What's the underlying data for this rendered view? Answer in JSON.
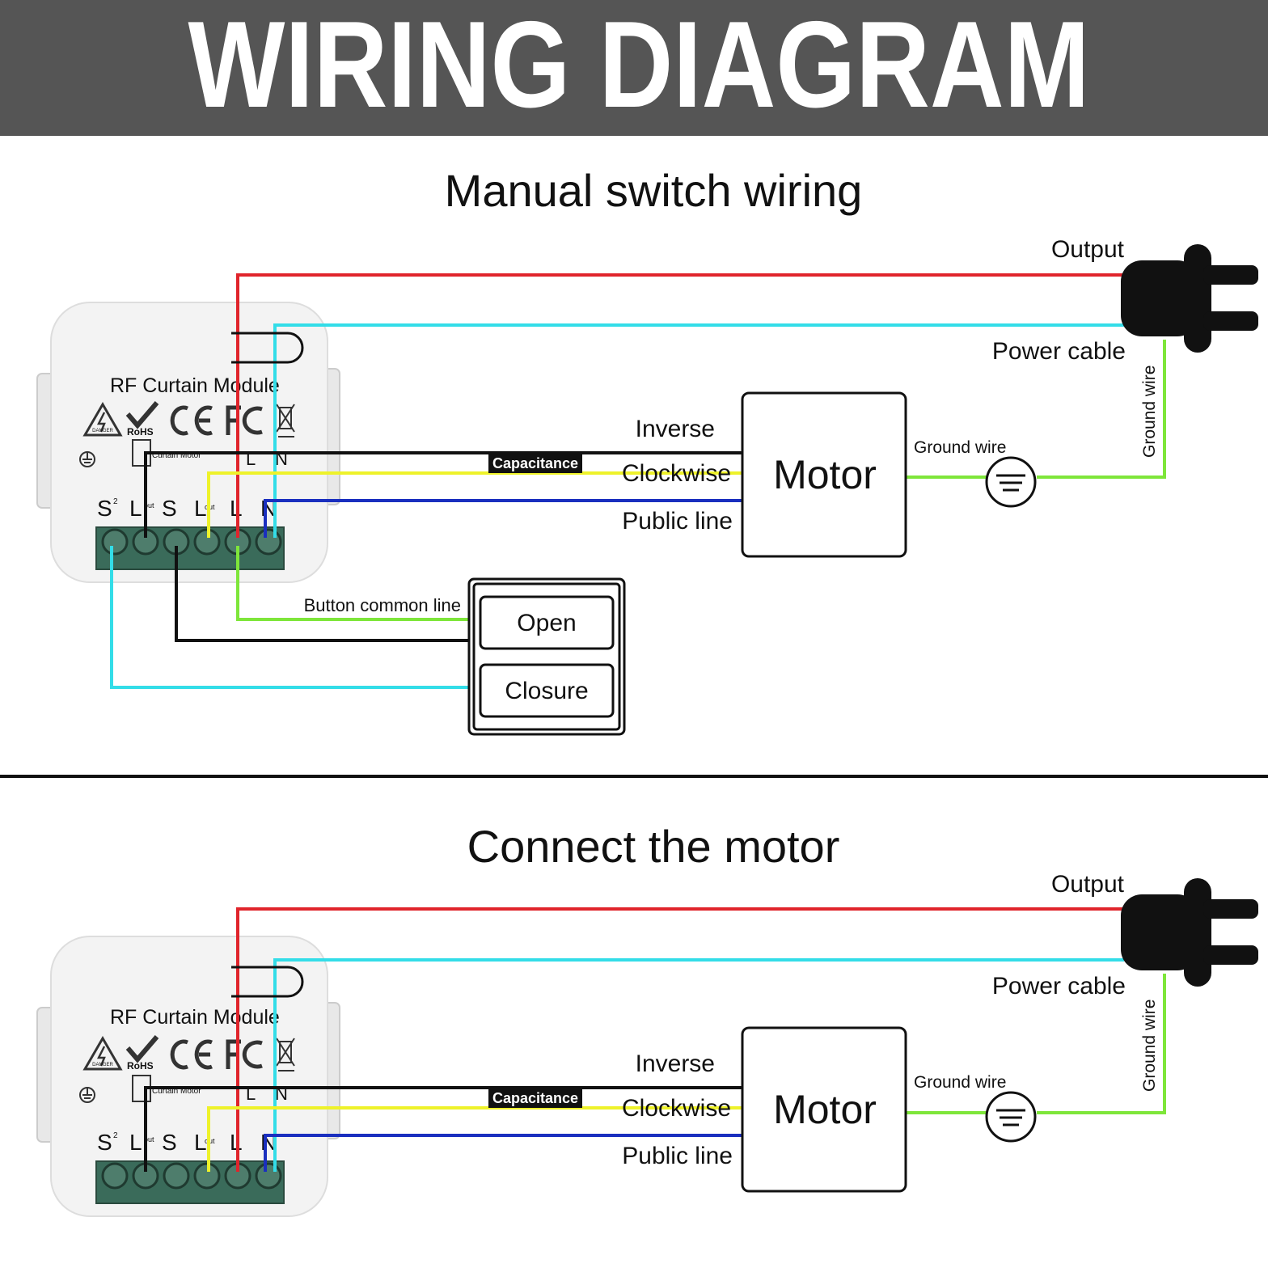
{
  "header": {
    "title": "WIRING DIAGRAM"
  },
  "colors": {
    "banner": "#555555",
    "live": "#e0242b",
    "neutral": "#33dde8",
    "ground": "#7ee63a",
    "clockwise": "#eef22a",
    "public": "#1a2fbf",
    "black": "#111111"
  },
  "sections": [
    {
      "title": "Manual switch wiring",
      "module": {
        "label": "RF Curtain Module",
        "rohs": "RoHS",
        "danger": "DANGER",
        "marking": "Curtain Motor",
        "terminal_labels": {
          "L_top": "L",
          "N_top": "N",
          "S2": "S",
          "L1": "L",
          "S": "S",
          "Lout": "L",
          "L": "L",
          "N": "N"
        },
        "sub_labels": {
          "s2_sup": "2",
          "l1_sub": "out",
          "lout_sub": "out"
        }
      },
      "plug": {
        "output": "Output",
        "power_cable": "Power cable",
        "ground_wire": "Ground wire"
      },
      "motor": {
        "label": "Motor",
        "ground_wire": "Ground wire"
      },
      "wires": {
        "inverse": "Inverse",
        "capacitance": "Capacitance",
        "clockwise": "Clockwise",
        "public_line": "Public line"
      },
      "switch": {
        "common_line": "Button common line",
        "open": "Open",
        "closure": "Closure"
      }
    },
    {
      "title": "Connect the motor",
      "module": {
        "label": "RF Curtain Module",
        "rohs": "RoHS",
        "danger": "DANGER",
        "marking": "Curtain Motor",
        "terminal_labels": {
          "L_top": "L",
          "N_top": "N",
          "S2": "S",
          "L1": "L",
          "S": "S",
          "Lout": "L",
          "L": "L",
          "N": "N"
        },
        "sub_labels": {
          "s2_sup": "2",
          "l1_sub": "out",
          "lout_sub": "out"
        }
      },
      "plug": {
        "output": "Output",
        "power_cable": "Power cable",
        "ground_wire": "Ground wire"
      },
      "motor": {
        "label": "Motor",
        "ground_wire": "Ground wire"
      },
      "wires": {
        "inverse": "Inverse",
        "capacitance": "Capacitance",
        "clockwise": "Clockwise",
        "public_line": "Public line"
      }
    }
  ]
}
